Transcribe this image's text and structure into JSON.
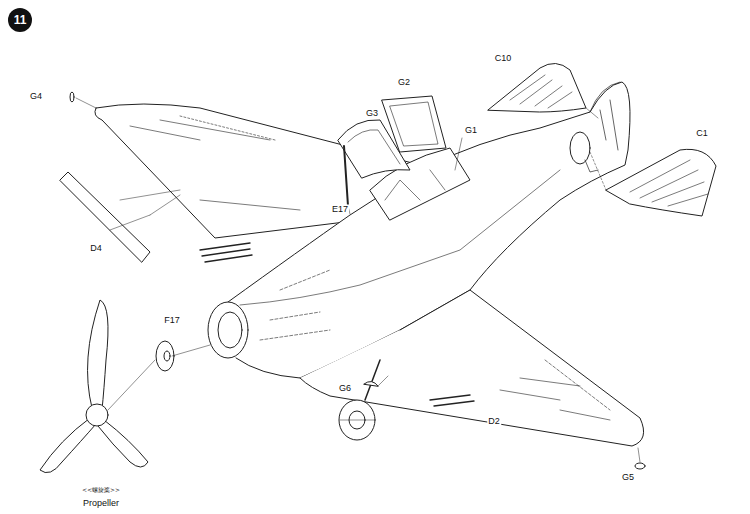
{
  "diagram": {
    "nodes": [
      {
        "text": [
          "11"
        ]
      }
    ],
    "labels": [
      "G4",
      "C10",
      "G2",
      "G3",
      "G1",
      "E17",
      "C1",
      "D4",
      "F17",
      "G6",
      "D2",
      "G5",
      "<<螺旋桨>>",
      "Propeller"
    ]
  }
}
